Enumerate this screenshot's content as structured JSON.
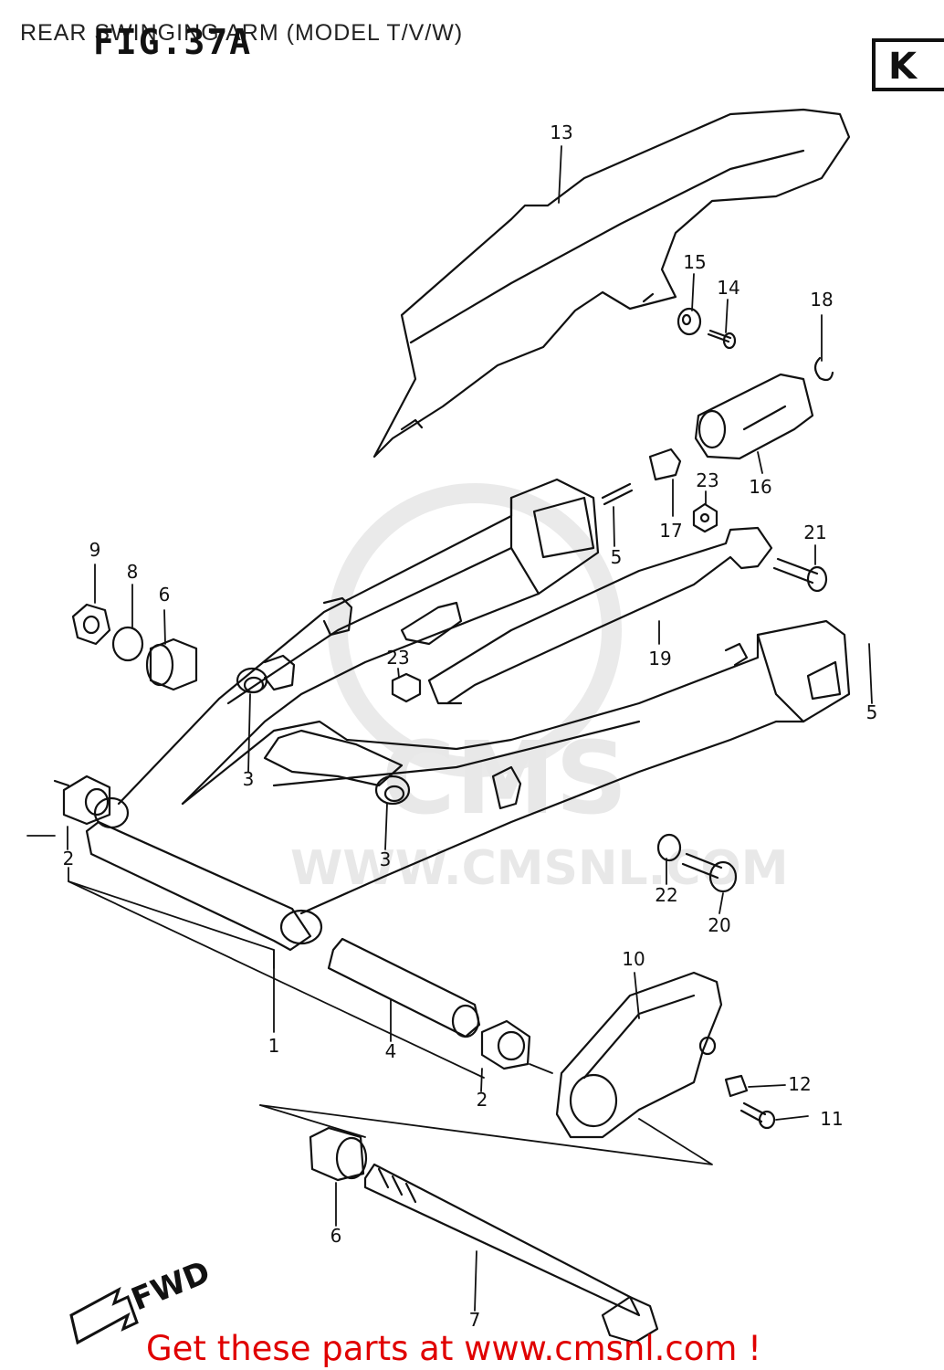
{
  "header": {
    "title": "REAR SWINGING ARM (MODEL T/V/W)",
    "figure_label": "FIG.37A",
    "section_label": "K"
  },
  "watermark": {
    "text": "WWW.CMSNL.COM",
    "brand": "CMS"
  },
  "fwd_label": "FWD",
  "footer": {
    "link_text": "Get these parts at www.cmsnl.com !",
    "link_color": "#e00000"
  },
  "callouts": [
    {
      "id": "c13",
      "label": "13"
    },
    {
      "id": "c15",
      "label": "15"
    },
    {
      "id": "c14",
      "label": "14"
    },
    {
      "id": "c18",
      "label": "18"
    },
    {
      "id": "c16",
      "label": "16"
    },
    {
      "id": "c23a",
      "label": "23"
    },
    {
      "id": "c17",
      "label": "17"
    },
    {
      "id": "c21",
      "label": "21"
    },
    {
      "id": "c5a",
      "label": "5"
    },
    {
      "id": "c9",
      "label": "9"
    },
    {
      "id": "c8",
      "label": "8"
    },
    {
      "id": "c6a",
      "label": "6"
    },
    {
      "id": "c19",
      "label": "19"
    },
    {
      "id": "c23b",
      "label": "23"
    },
    {
      "id": "c5b",
      "label": "5"
    },
    {
      "id": "c3a",
      "label": "3"
    },
    {
      "id": "c3b",
      "label": "3"
    },
    {
      "id": "c2a",
      "label": "2"
    },
    {
      "id": "c22",
      "label": "22"
    },
    {
      "id": "c20",
      "label": "20"
    },
    {
      "id": "c10",
      "label": "10"
    },
    {
      "id": "c1",
      "label": "1"
    },
    {
      "id": "c4",
      "label": "4"
    },
    {
      "id": "c12",
      "label": "12"
    },
    {
      "id": "c11",
      "label": "11"
    },
    {
      "id": "c2b",
      "label": "2"
    },
    {
      "id": "c6b",
      "label": "6"
    },
    {
      "id": "c7",
      "label": "7"
    }
  ]
}
